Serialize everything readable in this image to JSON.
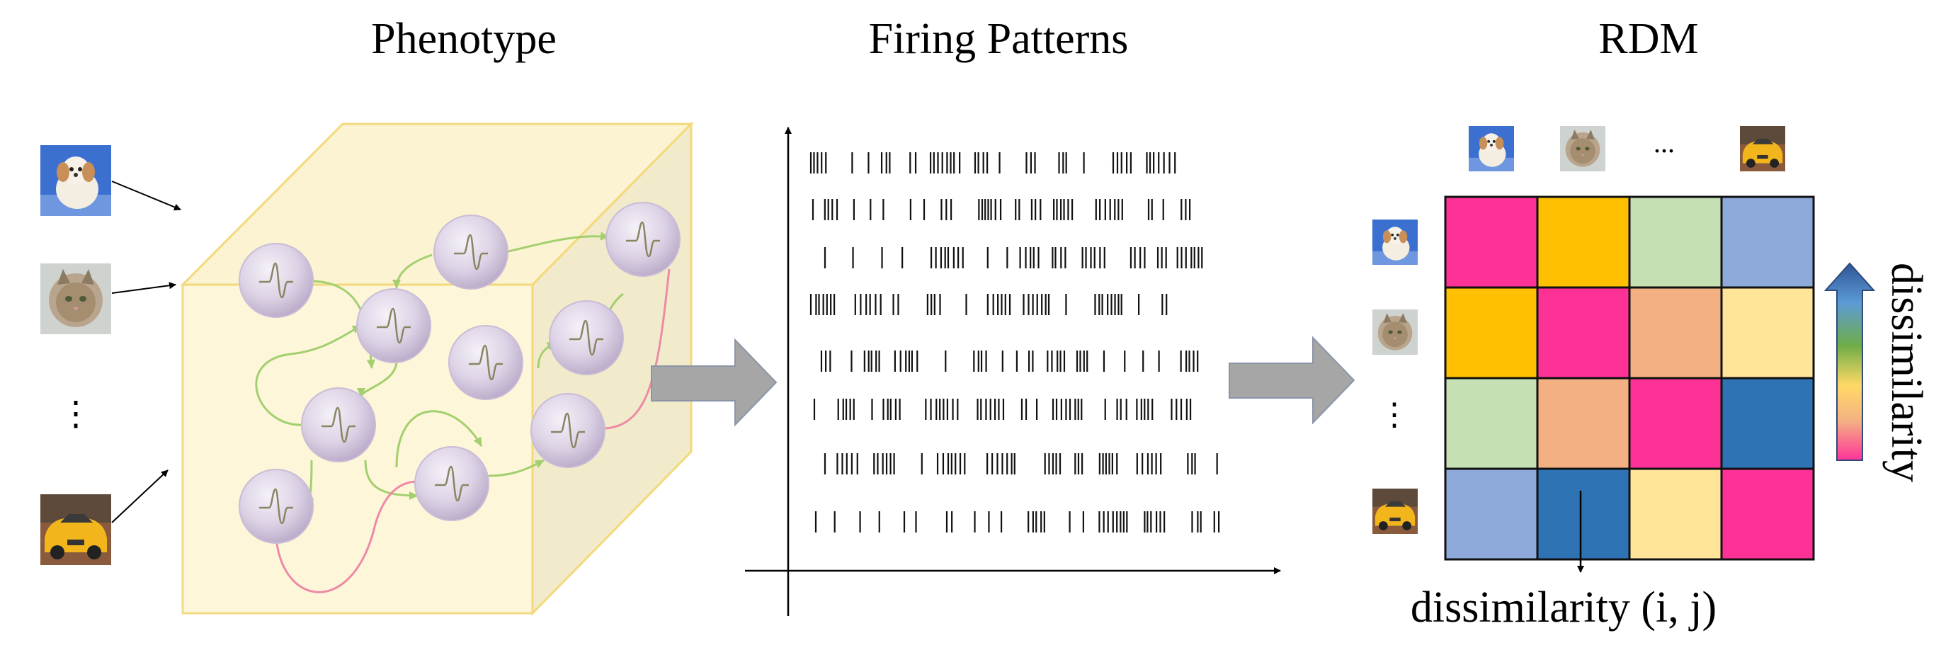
{
  "titles": {
    "phenotype": "Phenotype",
    "firing_patterns": "Firing Patterns",
    "rdm": "RDM"
  },
  "inputs": {
    "images": [
      "dog-icon",
      "cat-icon",
      "car-icon"
    ],
    "ellipsis": "⋮"
  },
  "phenotype": {
    "neuron_count": 10,
    "colors": {
      "face_front": "#fdf6d6",
      "face_side": "#f2ebcb",
      "face_top": "#fbf3d2",
      "edge": "#f3d97a",
      "neuron": "#d7cde3",
      "green_arrow": "#a3cf6e",
      "pink_arrow": "#ec8aa7"
    }
  },
  "firing": {
    "train_count": 8,
    "spike_color": "#111111"
  },
  "rdm": {
    "column_header_ellipsis": "...",
    "row_header_ellipsis": "⋮",
    "column_images": [
      "dog-icon",
      "cat-icon",
      "ellipsis",
      "car-icon"
    ],
    "row_images": [
      "dog-icon",
      "cat-icon",
      "ellipsis",
      "car-icon"
    ],
    "matrix_colors": [
      [
        "#fd3196",
        "#fec000",
        "#c5e0b3",
        "#8eaadb"
      ],
      [
        "#fec000",
        "#fd3196",
        "#f3b183",
        "#fee599"
      ],
      [
        "#c5e0b3",
        "#f3b183",
        "#fd3196",
        "#2e74b5"
      ],
      [
        "#8eaadb",
        "#2e74b5",
        "#fee599",
        "#fd3196"
      ]
    ],
    "colorbar_label": "dissimilarity",
    "cell_label": "dissimilarity (i, j)",
    "colorbar_gradient": [
      "#2f5597",
      "#5b9bd5",
      "#70ad47",
      "#ffd966",
      "#f4b183",
      "#ff3399"
    ]
  },
  "flow_arrow_color": "#a6a6a6"
}
